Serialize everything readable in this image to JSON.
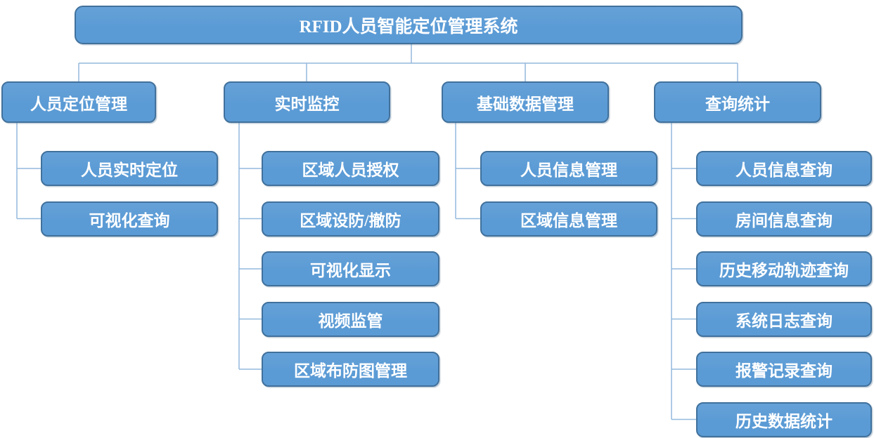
{
  "diagram": {
    "title": "RFID人员智能定位管理系统",
    "root": {
      "label": "RFID人员智能定位管理系统"
    },
    "branches": [
      {
        "label": "人员定位管理",
        "children": [
          "人员实时定位",
          "可视化查询"
        ]
      },
      {
        "label": "实时监控",
        "children": [
          "区域人员授权",
          "区域设防/撤防",
          "可视化显示",
          "视频监管",
          "区域布防图管理"
        ]
      },
      {
        "label": "基础数据管理",
        "children": [
          "人员信息管理",
          "区域信息管理"
        ]
      },
      {
        "label": "查询统计",
        "children": [
          "人员信息查询",
          "房间信息查询",
          "历史移动轨迹查询",
          "系统日志查询",
          "报警记录查询",
          "历史数据统计"
        ]
      }
    ],
    "colors": {
      "node_fill": "#5B9BD5",
      "node_border": "#41719C",
      "connector_line": "#94B9DD",
      "text": "#FFFFFF",
      "background": "#FFFFFF"
    }
  }
}
